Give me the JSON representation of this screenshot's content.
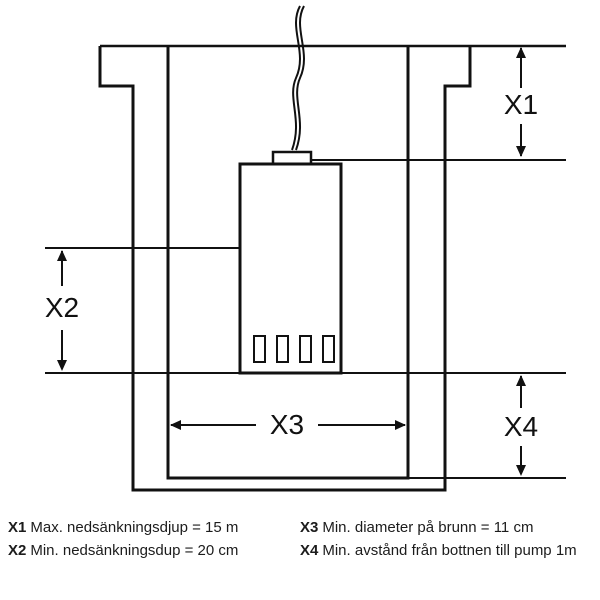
{
  "diagram": {
    "labels": {
      "x1": "X1",
      "x2": "X2",
      "x3": "X3",
      "x4": "X4"
    }
  },
  "legend": {
    "items": [
      {
        "key": "X1",
        "text": "Max. nedsänkningsdjup = 15 m"
      },
      {
        "key": "X2",
        "text": "Min. nedsänkningsdup = 20 cm"
      },
      {
        "key": "X3",
        "text": "Min. diameter på brunn = 11 cm"
      },
      {
        "key": "X4",
        "text": "Min. avstånd från bottnen till pump 1m"
      }
    ]
  },
  "colors": {
    "line": "#111111",
    "background": "#ffffff"
  }
}
